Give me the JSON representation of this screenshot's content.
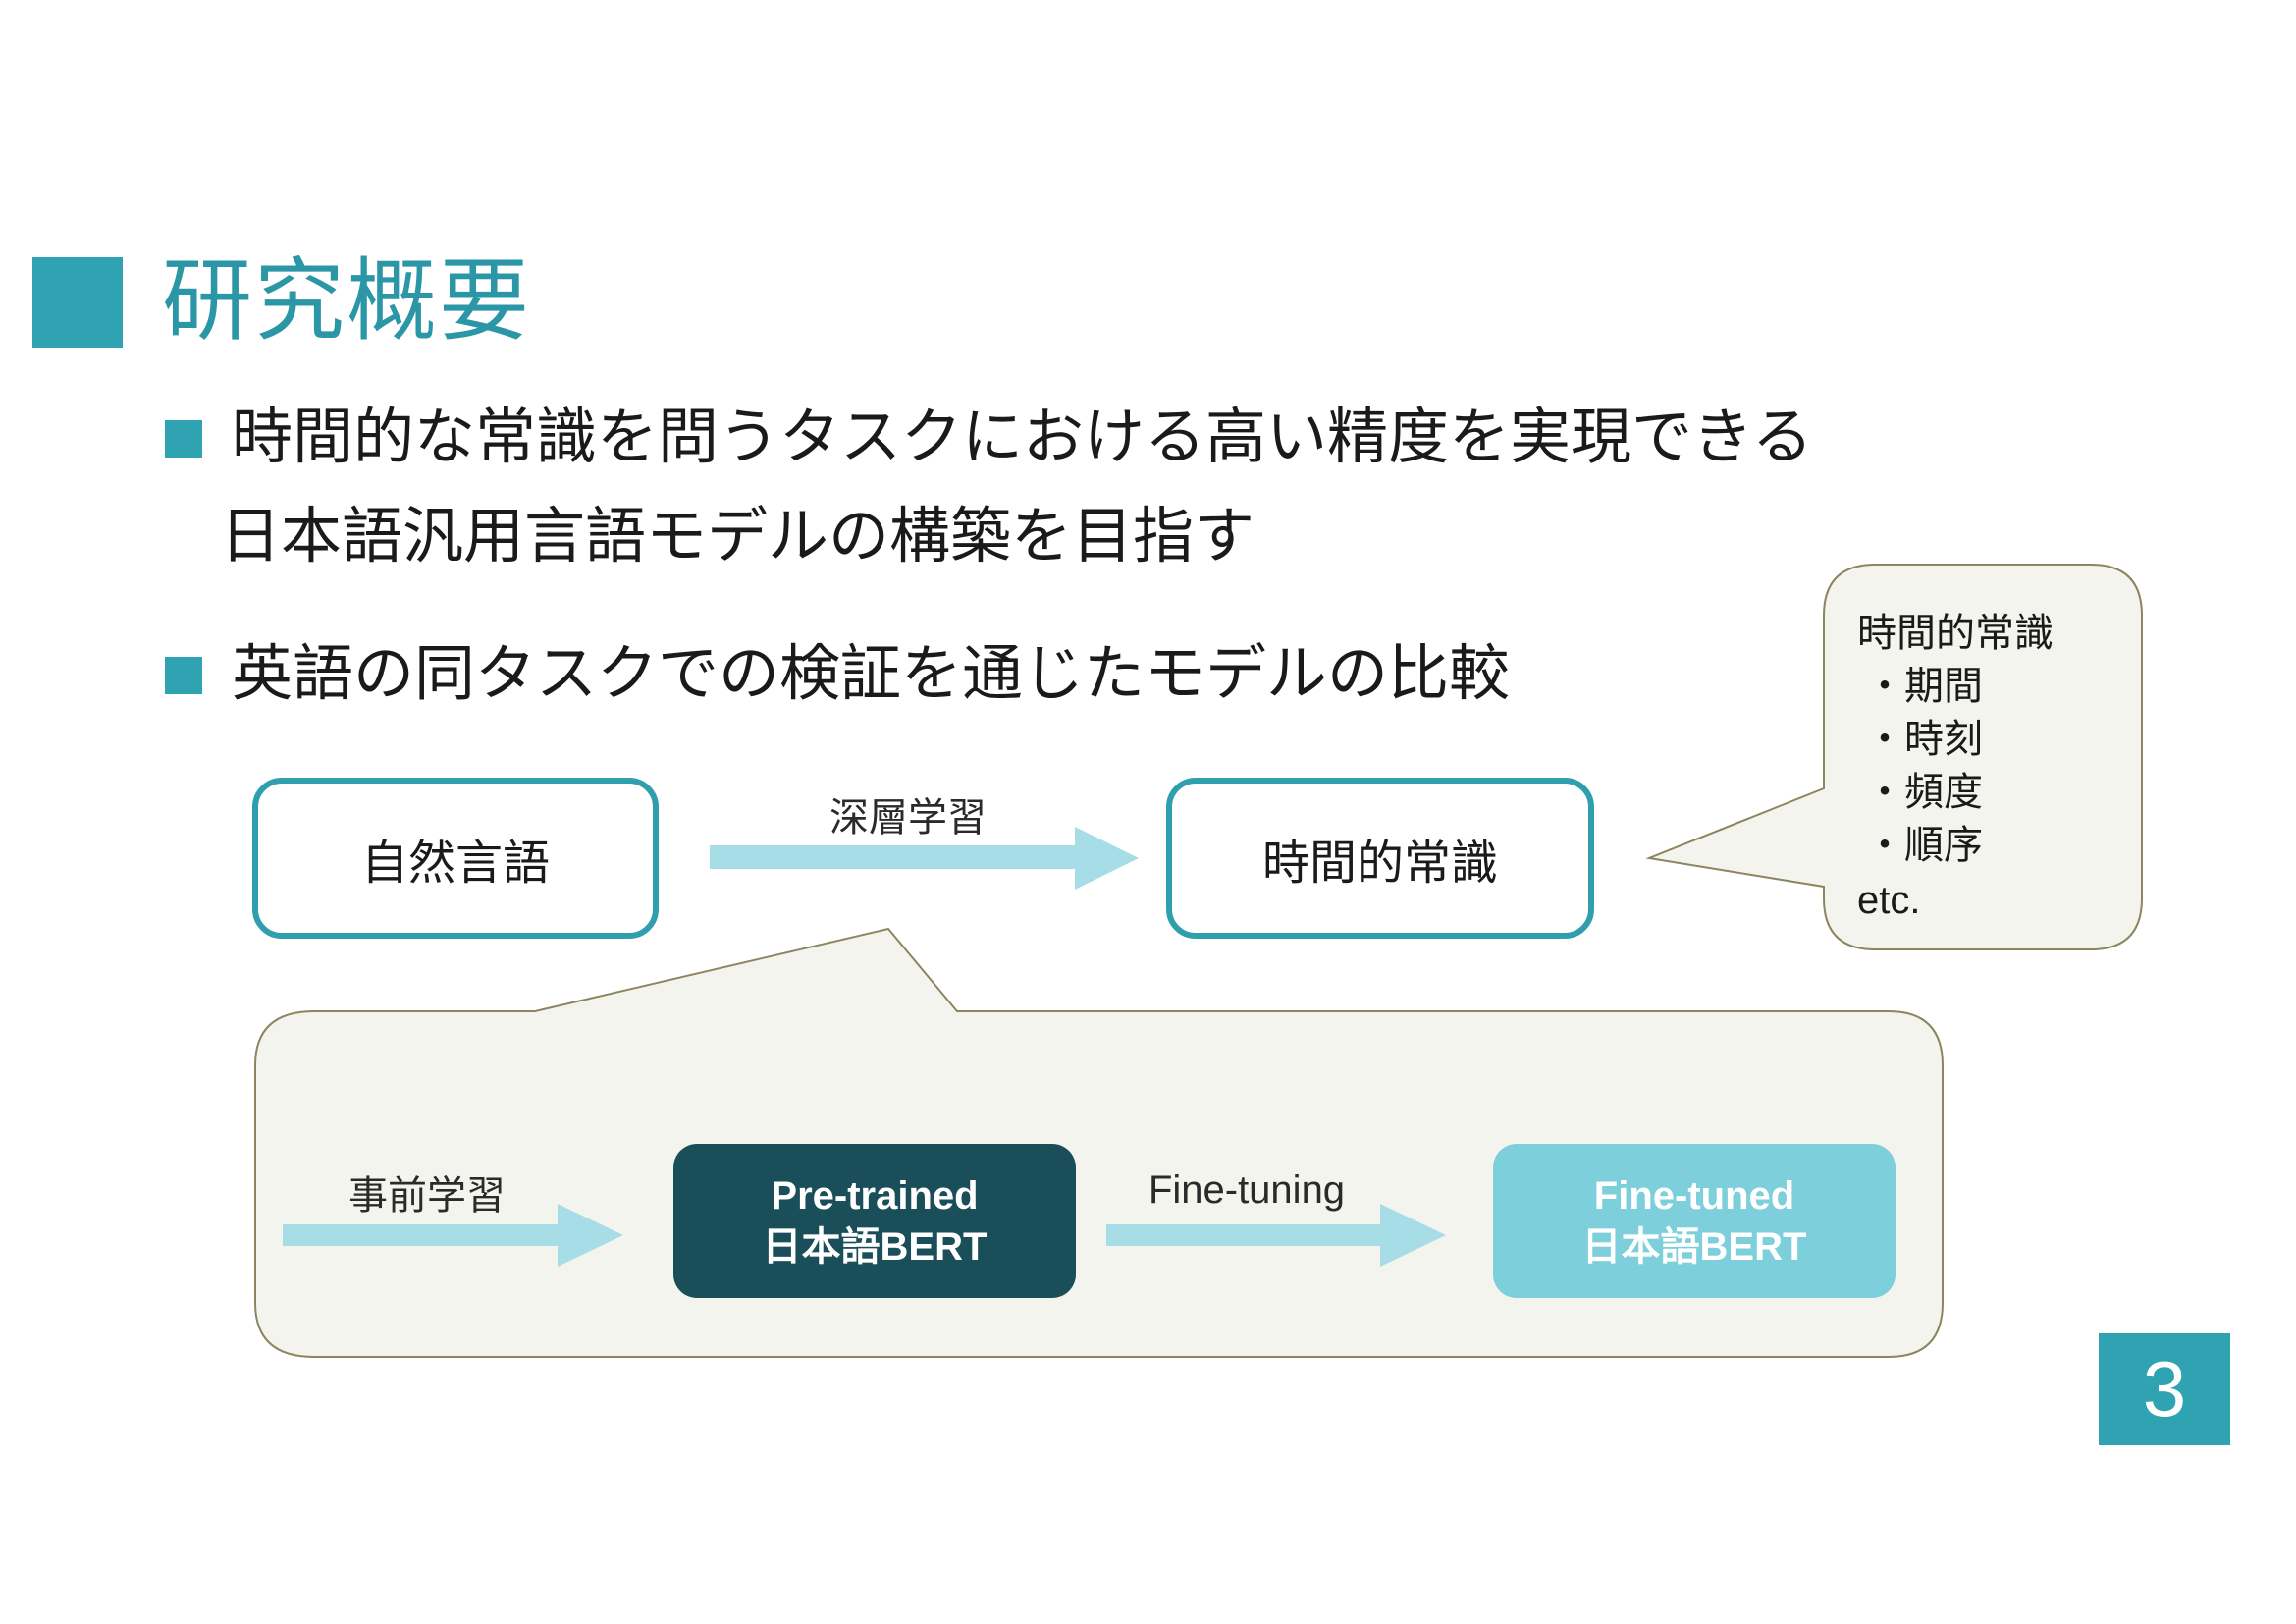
{
  "header": {
    "title": "研究概要"
  },
  "bullets": [
    {
      "line1": "時間的な常識を問うタスクにおける高い精度を実現できる",
      "line2": "日本語汎用言語モデルの構築を目指す"
    },
    {
      "line1": "英語の同タスクでの検証を通じたモデルの比較"
    }
  ],
  "flow": {
    "input_label": "自然言語",
    "arrow_label": "深層学習",
    "output_label": "時間的常識"
  },
  "callout": {
    "title": "時間的常識",
    "items": [
      "・期間",
      "・時刻",
      "・頻度",
      "・順序"
    ],
    "footer": "etc."
  },
  "detail": {
    "pretrain_label": "事前学習",
    "pretrained_model": {
      "line1": "Pre-trained",
      "line2": "日本語BERT"
    },
    "finetune_label": "Fine-tuning",
    "finetuned_model": {
      "line1": "Fine-tuned",
      "line2": "日本語BERT"
    }
  },
  "colors": {
    "accent": "#2fa3b1",
    "dark_teal": "#1a4f5a",
    "light_teal": "#7dcfdb",
    "arrow": "#a6dde6",
    "callout_fill": "#f4f4ee",
    "callout_stroke": "#8c8560"
  },
  "page": {
    "number": "3"
  }
}
